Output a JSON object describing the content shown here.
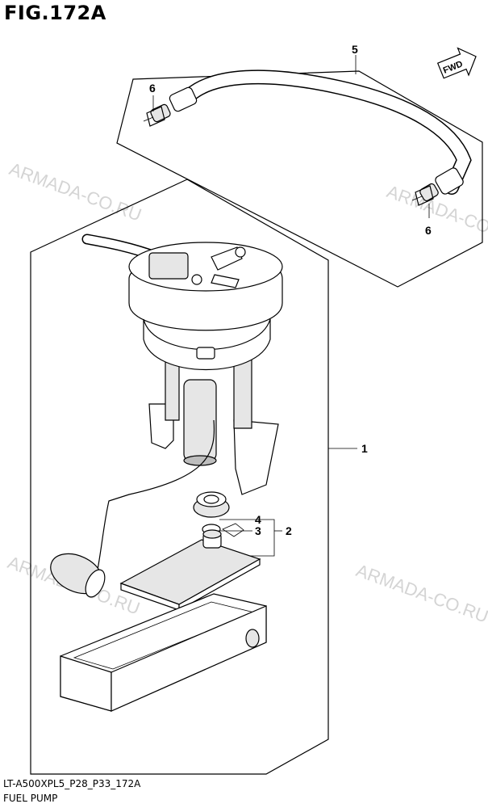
{
  "figure": {
    "title": "FIG.172A",
    "code": "LT-A500XPL5_P28_P33_172A",
    "name": "FUEL PUMP"
  },
  "direction_marker": "FWD",
  "watermarks": [
    "ARMADA-CO.RU",
    "ARMADA-CO.RU",
    "ARMADA-CO.RU",
    "ARMADA-CO.RU"
  ],
  "callouts": {
    "c1": "1",
    "c2": "2",
    "c3": "3",
    "c4": "4",
    "c5": "5",
    "c6a": "6",
    "c6b": "6"
  },
  "colors": {
    "line": "#000000",
    "watermark": "#d4d4d4",
    "background": "#ffffff"
  }
}
